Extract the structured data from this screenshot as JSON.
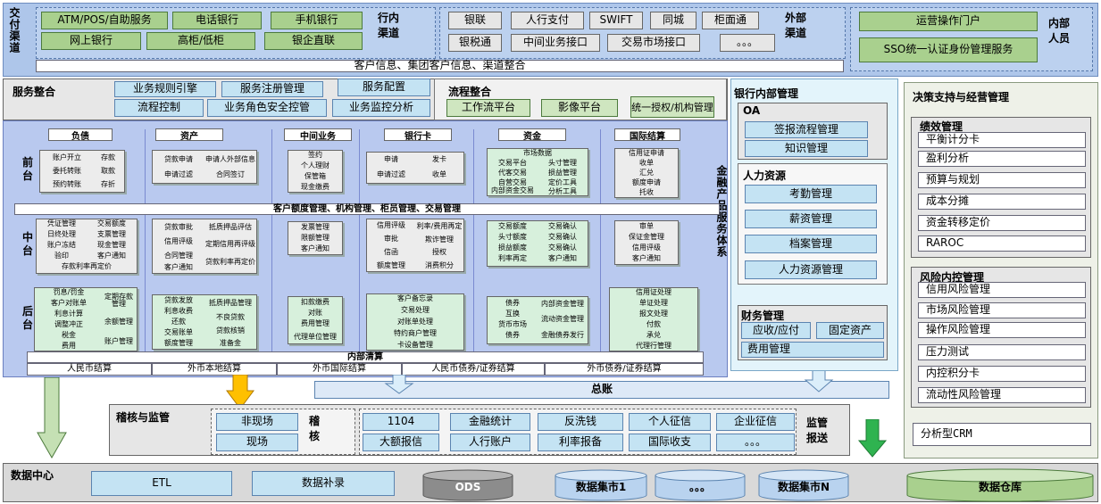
{
  "top": {
    "jiaofu": "交付渠道",
    "hangnei": "行内渠道",
    "waibu": "外部渠道",
    "neibu": "内部人员",
    "channels": [
      "ATM/POS/自助服务",
      "电话银行",
      "手机银行",
      "网上银行",
      "高柜/低柜",
      "银企直联"
    ],
    "ext": [
      "银联",
      "人行支付",
      "SWIFT",
      "同城",
      "柜面通",
      "银税通",
      "中间业务接口",
      "交易市场接口",
      "。。。"
    ],
    "internal": [
      "运营操作门户",
      "SSO统一认证身份管理服务"
    ],
    "integration": "客户信息、集团客户信息、渠道整合"
  },
  "service": {
    "title": "服务整合",
    "items": [
      "业务规则引擎",
      "服务注册管理",
      "服务配置",
      "流程控制",
      "业务角色安全控管",
      "业务监控分析"
    ],
    "process_title": "流程整合",
    "process": [
      "工作流平台",
      "影像平台",
      "统一授权/机构管理"
    ]
  },
  "fin": {
    "side": "金融产品服务体系",
    "rows": [
      "前台",
      "中台",
      "后台"
    ],
    "headers": [
      "负债",
      "资产",
      "中间业务",
      "银行卡",
      "资金",
      "国际结算"
    ],
    "qian": {
      "fuzhai": [
        "账户开立",
        "存款",
        "委托转账",
        "取款",
        "预约转账",
        "存折"
      ],
      "zichan": [
        "贷款申请",
        "申请人外部信息",
        "申请过滤",
        "合同签订"
      ],
      "zhongjian": [
        "签约",
        "个人理财",
        "保管箱",
        "现金缴费"
      ],
      "card": [
        "申请",
        "发卡",
        "申请过滤",
        "收单"
      ],
      "zijin_title": "市场数据",
      "zijin": [
        "交易平台",
        "头寸管理",
        "代客交易",
        "损益管理",
        "自营交易",
        "定价工具",
        "内部资金交易",
        "分析工具"
      ],
      "guoji": [
        "信用证申请",
        "收单",
        "汇兑",
        "额度申请",
        "托收"
      ]
    },
    "bar1": "客户额度管理、机构管理、柜员管理、交易管理",
    "zhong": {
      "fuzhai": [
        "凭证管理",
        "交易额度",
        "日终处理",
        "支票管理",
        "账户冻结",
        "现金管理",
        "验印",
        "客户通知"
      ],
      "fuzhai_wide": "存款利率再定价",
      "zichan": [
        "贷款审批",
        "抵质押品评估",
        "信用评级",
        "定期信用再评级",
        "合同管理",
        "贷款利率再定价",
        "客户通知"
      ],
      "zhongjian": [
        "发票管理",
        "限额管理",
        "客户通知"
      ],
      "card": [
        "信用评级",
        "利率/费用再定",
        "审批",
        "欺诈管理",
        "信函",
        "授权",
        "额度管理",
        "消费积分"
      ],
      "zijin": [
        "交易额度",
        "交易确认",
        "头寸额度",
        "交易确认",
        "损益额度",
        "交易确认",
        "利率再定",
        "客户通知"
      ],
      "guoji": [
        "审单",
        "保证金管理",
        "信用评级",
        "客户通知"
      ]
    },
    "hou": {
      "fuzhai": [
        "罚息/罚金",
        "定期存款管理",
        "客户对账单",
        "利息计算",
        "余额管理",
        "调整冲正",
        "税金",
        "账户管理",
        "费用"
      ],
      "zichan": [
        "贷款发放",
        "抵质押品管理",
        "利息收费",
        "不良贷款",
        "还款",
        "交易账单",
        "贷款核销",
        "额度管理",
        "准备金"
      ],
      "zhongjian": [
        "扣款缴费",
        "对账",
        "费用管理",
        "代理单位管理"
      ],
      "card": [
        "客户备忘录",
        "交易处理",
        "对账单处理",
        "特约商户管理",
        "卡设备管理"
      ],
      "zijin": [
        "债券",
        "内部资金管理",
        "互换",
        "流动资金管理",
        "货币市场",
        "金融债券发行",
        "债券"
      ],
      "guoji": [
        "信用证处理",
        "单证处理",
        "报文处理",
        "付款",
        "承兑",
        "代理行管理"
      ]
    },
    "clearing_title": "内部清算",
    "clearing": [
      "人民币结算",
      "外币本地结算",
      "外币国际结算",
      "人民币债券/证券结算",
      "外币债券/证券结算"
    ],
    "gl": "总账"
  },
  "bank": {
    "title": "银行内部管理",
    "oa": "OA",
    "oa_items": [
      "签报流程管理",
      "知识管理"
    ],
    "hr": "人力资源",
    "hr_items": [
      "考勤管理",
      "薪资管理",
      "档案管理",
      "人力资源管理"
    ],
    "cw": "财务管理",
    "cw_items": [
      "应收/应付",
      "固定资产",
      "费用管理"
    ]
  },
  "decision": {
    "title": "决策支持与经营管理",
    "perf": "绩效管理",
    "perf_items": [
      "平衡计分卡",
      "盈利分析",
      "预算与规划",
      "成本分摊",
      "资金转移定价",
      "RAROC"
    ],
    "risk": "风险内控管理",
    "risk_items": [
      "信用风险管理",
      "市场风险管理",
      "操作风险管理",
      "压力测试",
      "内控积分卡",
      "流动性风险管理"
    ],
    "crm": "分析型CRM"
  },
  "audit": {
    "title": "稽核与监管",
    "jihe": "稽核",
    "jihe_items": [
      "非现场",
      "现场"
    ],
    "jianguan": "监管报送",
    "jg_items": [
      "1104",
      "金融统计",
      "反洗钱",
      "个人征信",
      "企业征信",
      "大额报信",
      "人行账户",
      "利率报备",
      "国际收支",
      "。。。"
    ]
  },
  "dc": {
    "title": "数据中心",
    "items": [
      "ETL",
      "数据补录",
      "ODS",
      "数据集市1",
      "。。。",
      "数据集市N",
      "数据仓库"
    ]
  }
}
